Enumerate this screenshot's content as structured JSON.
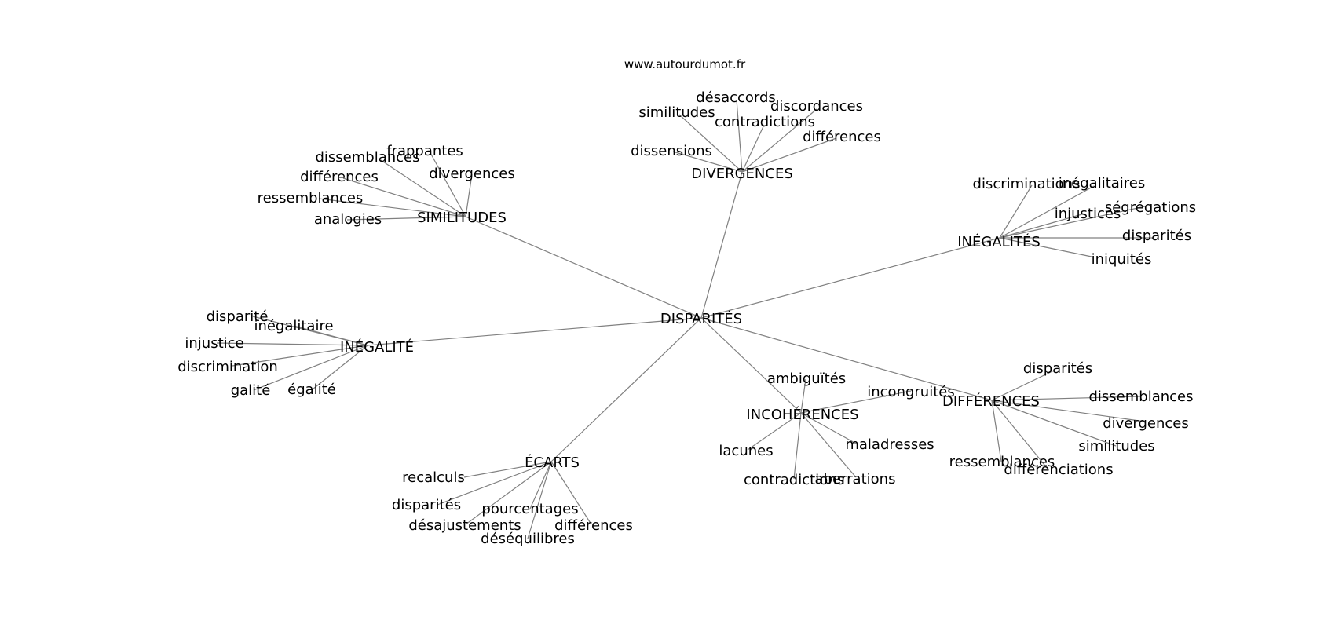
{
  "watermark": "www.autourdumot.fr",
  "root": "DISPARITÉS",
  "clusters": [
    {
      "key": "similitudes",
      "label": "SIMILITUDES",
      "children": [
        "frappantes",
        "dissemblances",
        "divergences",
        "différences",
        "ressemblances",
        "analogies"
      ]
    },
    {
      "key": "divergences",
      "label": "DIVERGENCES",
      "children": [
        "désaccords",
        "similitudes",
        "discordances",
        "contradictions",
        "différences",
        "dissensions"
      ]
    },
    {
      "key": "inegalites",
      "label": "INÉGALITÉS",
      "children": [
        "discriminations",
        "inégalitaires",
        "ségrégations",
        "injustices",
        "disparités",
        "iniquités"
      ]
    },
    {
      "key": "inegalite",
      "label": "INÉGALITÉ",
      "children": [
        "disparité",
        "inégalitaire",
        "injustice",
        "discrimination",
        "galité",
        "égalité"
      ]
    },
    {
      "key": "incoherences",
      "label": "INCOHÉRENCES",
      "children": [
        "ambiguïtés",
        "incongruités",
        "lacunes",
        "maladresses",
        "contradictions",
        "aberrations"
      ]
    },
    {
      "key": "differences",
      "label": "DIFFÉRENCES",
      "children": [
        "disparités",
        "dissemblances",
        "divergences",
        "similitudes",
        "ressemblances",
        "différenciations"
      ]
    },
    {
      "key": "ecarts",
      "label": "ÉCARTS",
      "children": [
        "recalculs",
        "disparités",
        "pourcentages",
        "désajustements",
        "différences",
        "déséquilibres"
      ]
    }
  ]
}
